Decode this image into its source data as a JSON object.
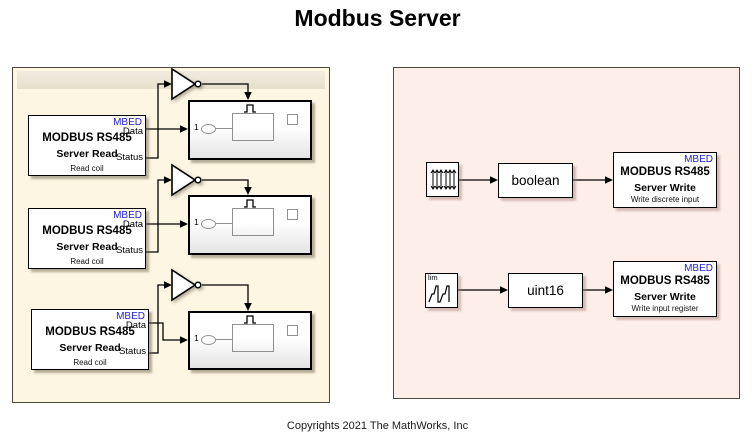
{
  "title": "Modbus Server",
  "footer": "Copyrights 2021 The MathWorks, Inc",
  "colors": {
    "left_panel_bg": "#fdf6e2",
    "left_panel_band": "#e6e0cd",
    "right_panel_bg": "#fdeeea",
    "panel_border": "#4c4840",
    "mbed_blue": "#2222cc",
    "block_bg": "#ffffff",
    "wire": "#000000"
  },
  "left_panel": {
    "readers": [
      {
        "badge": "MBED",
        "title": "MODBUS RS485",
        "subtitle": "Server Read",
        "out1": "Data",
        "out2": "Status",
        "caption": "Read coil"
      },
      {
        "badge": "MBED",
        "title": "MODBUS RS485",
        "subtitle": "Server Read",
        "out1": "Data",
        "out2": "Status",
        "caption": "Read coil"
      },
      {
        "badge": "MBED",
        "title": "MODBUS RS485",
        "subtitle": "Server Read",
        "out1": "Data",
        "out2": "Status",
        "caption": "Read coil"
      }
    ],
    "subsystems": [
      {
        "inport_label": "1"
      },
      {
        "inport_label": "1"
      },
      {
        "inport_label": "1"
      }
    ]
  },
  "right_panel": {
    "sources": [
      {
        "icon": "impulse-train-icon",
        "label": ""
      },
      {
        "icon": "counter-limited-icon",
        "label": "lim"
      }
    ],
    "converters": [
      "boolean",
      "uint16"
    ],
    "writers": [
      {
        "badge": "MBED",
        "title": "MODBUS RS485",
        "subtitle": "Server Write",
        "caption": "Write discrete input"
      },
      {
        "badge": "MBED",
        "title": "MODBUS RS485",
        "subtitle": "Server Write",
        "caption": "Write input register"
      }
    ]
  }
}
